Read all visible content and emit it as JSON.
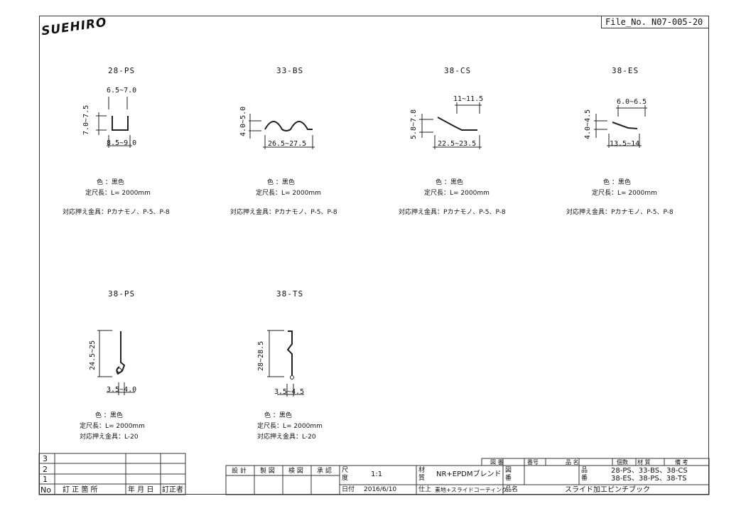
{
  "header": {
    "logo": "SUEHIRO",
    "file_no": "File_No. N07-005-20"
  },
  "parts": [
    {
      "title": "28-PS",
      "dims": [
        "6.5~7.0",
        "7.0~7.5",
        "8.5~9.0"
      ],
      "color": "色 ：黒色",
      "length": "定尺長：L= 2000mm",
      "holder": "対応押え金具：Pカナモノ、P-5、P-8"
    },
    {
      "title": "33-BS",
      "dims": [
        "4.0~5.0",
        "26.5~27.5"
      ],
      "color": "色 ：黒色",
      "length": "定尺長：L= 2000mm",
      "holder": "対応押え金具：Pカナモノ、P-5、P-8"
    },
    {
      "title": "38-CS",
      "dims": [
        "11~11.5",
        "5.8~7.8",
        "22.5~23.5"
      ],
      "color": "色 ：黒色",
      "length": "定尺長：L= 2000mm",
      "holder": "対応押え金具：Pカナモノ、P-5、P-8"
    },
    {
      "title": "38-ES",
      "dims": [
        "6.0~6.5",
        "4.0~4.5",
        "13.5~14"
      ],
      "color": "色 ：黒色",
      "length": "定尺長：L= 2000mm",
      "holder": "対応押え金具：Pカナモノ、P-5、P-8"
    },
    {
      "title": "38-PS",
      "dims": [
        "24.5~25",
        "3.5~4.0"
      ],
      "color": "色 ：黒色",
      "length": "定尺長：L= 2000mm",
      "holder": "対応押え金具：L-20"
    },
    {
      "title": "38-TS",
      "dims": [
        "28~28.5",
        "3.5~4.5"
      ],
      "color": "色 ：黒色",
      "length": "定尺長：L= 2000mm",
      "holder": "対応押え金具：L-20"
    }
  ],
  "revision_table": {
    "rows": [
      "3",
      "2",
      "1"
    ],
    "header": {
      "no": "No",
      "place": "訂 正 箇 所",
      "date": "年 月 日",
      "by": "訂正者"
    }
  },
  "title_block": {
    "design": "設 計",
    "draft": "製 図",
    "check": "検 図",
    "approve": "承 認",
    "scale_label": "尺\n度",
    "scale": "1:1",
    "date_label": "日付",
    "date": "2016/6/10",
    "material_label": "材\n質",
    "material": "NR+EPDMブレンド",
    "finish_label": "仕上",
    "finish": "素地+スライドコーティング",
    "drawing_no_label": "図\n番",
    "hdr_drawing": "図 番",
    "hdr_number": "番号",
    "hdr_name": "品 名",
    "hdr_qty": "個数",
    "hdr_material": "材 質",
    "hdr_remarks": "備 考",
    "part_no_label": "品\n番",
    "part_numbers_1": "28-PS、33-BS、38-CS",
    "part_numbers_2": "38-ES、38-PS、38-TS",
    "name_label": "品名",
    "name": "スライド加工ピンチブック"
  }
}
